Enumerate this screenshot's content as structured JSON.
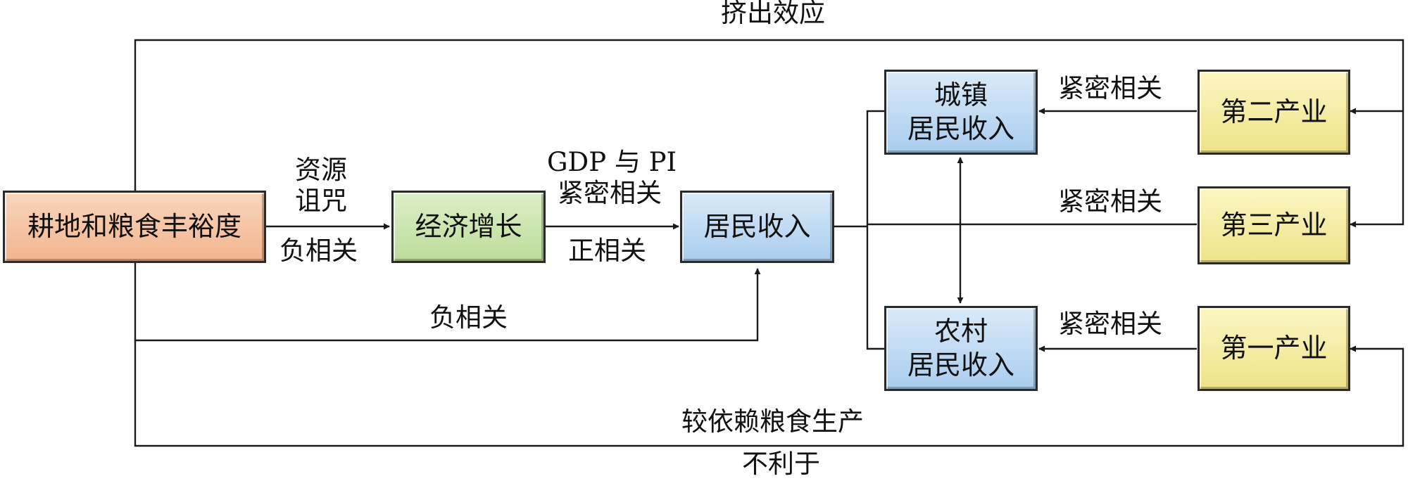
{
  "nodes": {
    "farmland": "耕地和粮食丰裕度",
    "growth": "经济增长",
    "income": "居民收入",
    "urban_line1": "城镇",
    "urban_line2": "居民收入",
    "rural_line1": "农村",
    "rural_line2": "居民收入",
    "secondary": "第二产业",
    "tertiary": "第三产业",
    "primary": "第一产业"
  },
  "labels": {
    "crowding_out": "挤出效应",
    "resource_curse_1": "资源",
    "resource_curse_2": "诅咒",
    "negative_corr_1": "负相关",
    "gdp_pi": "GDP 与 PI",
    "close_corr_main": "紧密相关",
    "positive_corr": "正相关",
    "negative_corr_2": "负相关",
    "close_corr_secondary": "紧密相关",
    "close_corr_tertiary": "紧密相关",
    "close_corr_primary": "紧密相关",
    "rely_grain": "较依赖粮食生产",
    "unfavorable": "不利于"
  }
}
